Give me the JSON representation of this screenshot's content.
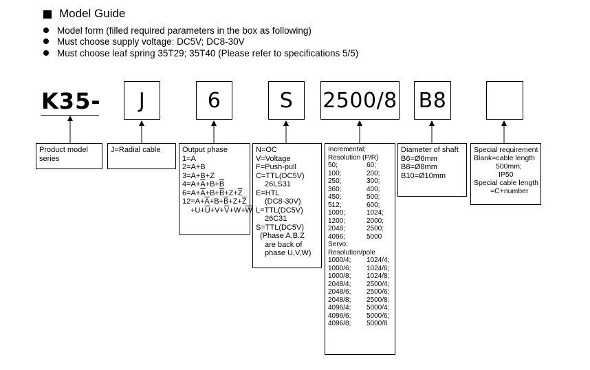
{
  "header": {
    "title": "Model Guide",
    "bullets": [
      "Model form (filled required parameters in the box as following)",
      "Must choose supply voltage:  DC5V;  DC8-30V",
      "Must choose leaf spring 35T29; 35T40 (Please refer to specifications 5/5)"
    ]
  },
  "codes": {
    "prefix": "K35-",
    "cable": "J",
    "phase": "6",
    "output": "S",
    "resolution": "2500/8",
    "shaft": "B8",
    "special": ""
  },
  "descriptions": {
    "series": [
      "Product model",
      "series"
    ],
    "cable": [
      "J=Radial cable"
    ],
    "phase": {
      "title": "Output phase",
      "lines": [
        "1=A",
        "2=A+B",
        "3=A+B+Z",
        "4=A+A+B+B",
        "6=A+A+B+B+Z+Z",
        "12=A+A+B+B+Z+Z",
        "+U+U+V+V+W+W"
      ]
    },
    "output": {
      "lines": [
        "N=OC",
        "V=Voltage",
        "F=Push-pull",
        "C=TTL(DC5V)",
        "26LS31",
        "E=HTL",
        "(DC8-30V)",
        "L=TTL(DC5V)",
        "26C31",
        "S=TTL(DC5V)",
        "(Phase A.B.Z",
        "are back of",
        "phase U,V,W)"
      ]
    },
    "resolution": {
      "incremental_title": "Incremental;",
      "incremental_subtitle": "Resolution (P/R)",
      "incremental": [
        [
          "50;",
          "60;"
        ],
        [
          "100;",
          "200;"
        ],
        [
          "250;",
          "300;"
        ],
        [
          "360;",
          "400;"
        ],
        [
          "450;",
          "500;"
        ],
        [
          "512;",
          "600;"
        ],
        [
          "1000;",
          "1024;"
        ],
        [
          "1200;",
          "2000;"
        ],
        [
          "2048;",
          "2500;"
        ],
        [
          "4096;",
          "5000"
        ]
      ],
      "servo_title": "Servo:",
      "servo_subtitle": "Resolution/pole",
      "servo": [
        [
          "1000/4;",
          "1024/4;"
        ],
        [
          "1000/6;",
          "1024/6;"
        ],
        [
          "1000/8;",
          "1024/8;"
        ],
        [
          "2048/4;",
          "2500/4;"
        ],
        [
          "2048/6;",
          "2500/6;"
        ],
        [
          "2048/8;",
          "2500/8;"
        ],
        [
          "4096/4;",
          "5000/4;"
        ],
        [
          "4096/6;",
          "5000/6;"
        ],
        [
          "4096/8;",
          "5000/8"
        ]
      ]
    },
    "shaft": [
      "Diameter of shaft",
      "B6=Ø6mm",
      "B8=Ø8mm",
      "B10=Ø10mm"
    ],
    "special": [
      "Special requirement",
      "Blank=cable length",
      "500mm;",
      "IP50",
      "Special cable length",
      "=C+number"
    ]
  }
}
